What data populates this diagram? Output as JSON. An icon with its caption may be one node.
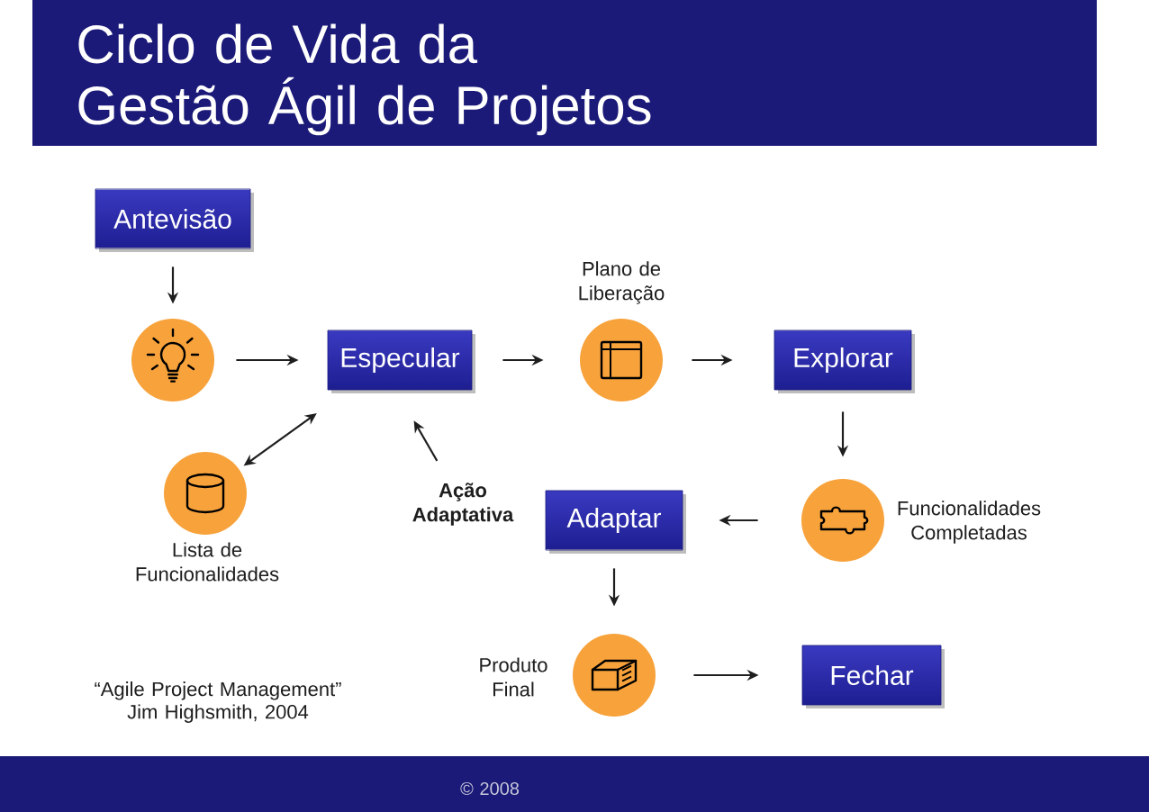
{
  "diagram": {
    "title": "Ciclo de Vida da Gestão Ágil de Projetos",
    "nodes": [
      {
        "text": [
          "Antevisão"
        ]
      },
      {
        "text": [],
        "shape": "circle"
      },
      {
        "text": [
          "Especular"
        ]
      },
      {
        "text": [],
        "shape": "circle",
        "beside": [
          "Plano de Liberação"
        ]
      },
      {
        "text": [
          "Explorar"
        ]
      },
      {
        "text": [],
        "shape": "circle",
        "beside": [
          "Lista de Funcionalidades"
        ]
      },
      {
        "text": [
          "Ação Adaptativa"
        ]
      },
      {
        "text": [
          "Adaptar"
        ]
      },
      {
        "text": [],
        "shape": "circle",
        "beside": [
          "Funcionalidades Completadas"
        ]
      },
      {
        "text": [],
        "shape": "circle",
        "beside": [
          "Produto Final"
        ]
      },
      {
        "text": [
          "Fechar"
        ]
      }
    ],
    "edges": [
      {
        "from": 0,
        "to": 1,
        "arrow": "to"
      },
      {
        "from": 1,
        "to": 2,
        "arrow": "to"
      },
      {
        "from": 2,
        "to": 3,
        "arrow": "to"
      },
      {
        "from": 3,
        "to": 4,
        "arrow": "to"
      },
      {
        "from": 4,
        "to": 8,
        "arrow": "to"
      },
      {
        "from": 8,
        "to": 7,
        "arrow": "to"
      },
      {
        "from": 7,
        "to": 9,
        "arrow": "to"
      },
      {
        "from": 9,
        "to": 10,
        "arrow": "to"
      },
      {
        "from": 5,
        "to": 2,
        "arrow": "both"
      },
      {
        "from": 6,
        "to": 2,
        "arrow": "to"
      }
    ],
    "labels": [
      "“Agile Project Management” Jim Highsmith, 2004",
      "© 2008"
    ]
  }
}
